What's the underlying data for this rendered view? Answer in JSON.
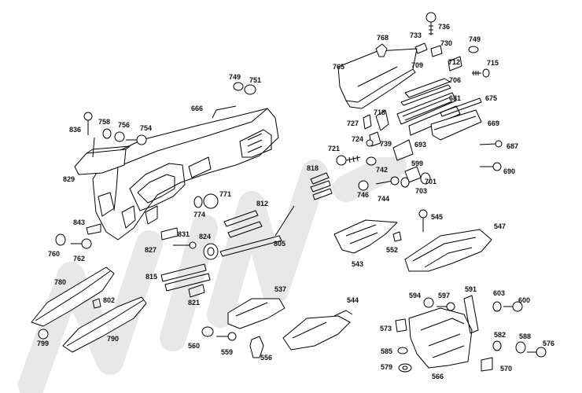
{
  "labels": [
    {
      "id": "p736",
      "text": "736"
    },
    {
      "id": "p733",
      "text": "733"
    },
    {
      "id": "p768",
      "text": "768"
    },
    {
      "id": "p730",
      "text": "730"
    },
    {
      "id": "p749a",
      "text": "749"
    },
    {
      "id": "p712",
      "text": "712"
    },
    {
      "id": "p715",
      "text": "715"
    },
    {
      "id": "p765",
      "text": "765"
    },
    {
      "id": "p709",
      "text": "709"
    },
    {
      "id": "p706",
      "text": "706"
    },
    {
      "id": "p749b",
      "text": "749"
    },
    {
      "id": "p751",
      "text": "751"
    },
    {
      "id": "p681",
      "text": "681"
    },
    {
      "id": "p675",
      "text": "675"
    },
    {
      "id": "p666",
      "text": "666"
    },
    {
      "id": "p718",
      "text": "718"
    },
    {
      "id": "p758",
      "text": "758"
    },
    {
      "id": "p756",
      "text": "756"
    },
    {
      "id": "p836",
      "text": "836"
    },
    {
      "id": "p754",
      "text": "754"
    },
    {
      "id": "p727",
      "text": "727"
    },
    {
      "id": "p669",
      "text": "669"
    },
    {
      "id": "p724",
      "text": "724"
    },
    {
      "id": "p739",
      "text": "739"
    },
    {
      "id": "p693",
      "text": "693"
    },
    {
      "id": "p687",
      "text": "687"
    },
    {
      "id": "p721",
      "text": "721"
    },
    {
      "id": "p599",
      "text": "599"
    },
    {
      "id": "p742",
      "text": "742"
    },
    {
      "id": "p690",
      "text": "690"
    },
    {
      "id": "p818",
      "text": "818"
    },
    {
      "id": "p829",
      "text": "829"
    },
    {
      "id": "p701",
      "text": "701"
    },
    {
      "id": "p703",
      "text": "703"
    },
    {
      "id": "p746",
      "text": "746"
    },
    {
      "id": "p744",
      "text": "744"
    },
    {
      "id": "p771",
      "text": "771"
    },
    {
      "id": "p812",
      "text": "812"
    },
    {
      "id": "p774",
      "text": "774"
    },
    {
      "id": "p545",
      "text": "545"
    },
    {
      "id": "p843",
      "text": "843"
    },
    {
      "id": "p547",
      "text": "547"
    },
    {
      "id": "p831",
      "text": "831"
    },
    {
      "id": "p824",
      "text": "824"
    },
    {
      "id": "p805",
      "text": "805"
    },
    {
      "id": "p760",
      "text": "760"
    },
    {
      "id": "p762",
      "text": "762"
    },
    {
      "id": "p827",
      "text": "827"
    },
    {
      "id": "p552",
      "text": "552"
    },
    {
      "id": "p543",
      "text": "543"
    },
    {
      "id": "p815",
      "text": "815"
    },
    {
      "id": "p780",
      "text": "780"
    },
    {
      "id": "p537",
      "text": "537"
    },
    {
      "id": "p591",
      "text": "591"
    },
    {
      "id": "p594",
      "text": "594"
    },
    {
      "id": "p597",
      "text": "597"
    },
    {
      "id": "p603",
      "text": "603"
    },
    {
      "id": "p802",
      "text": "802"
    },
    {
      "id": "p821",
      "text": "821"
    },
    {
      "id": "p544",
      "text": "544"
    },
    {
      "id": "p600",
      "text": "600"
    },
    {
      "id": "p573",
      "text": "573"
    },
    {
      "id": "p560",
      "text": "560"
    },
    {
      "id": "p790",
      "text": "790"
    },
    {
      "id": "p559",
      "text": "559"
    },
    {
      "id": "p582",
      "text": "582"
    },
    {
      "id": "p588",
      "text": "588"
    },
    {
      "id": "p799",
      "text": "799"
    },
    {
      "id": "p576",
      "text": "576"
    },
    {
      "id": "p556",
      "text": "556"
    },
    {
      "id": "p585",
      "text": "585"
    },
    {
      "id": "p579",
      "text": "579"
    },
    {
      "id": "p570",
      "text": "570"
    },
    {
      "id": "p566",
      "text": "566"
    }
  ]
}
